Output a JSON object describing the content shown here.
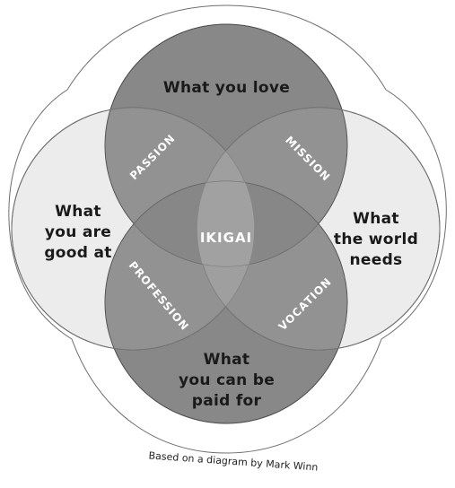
{
  "labels": {
    "love": "What you love",
    "good_at": [
      "What",
      "you are",
      "good at"
    ],
    "world_needs": [
      "What",
      "the world",
      "needs"
    ],
    "paid_for": [
      "What",
      "you can be",
      "paid for"
    ],
    "passion": "PASSION",
    "mission": "MISSION",
    "profession": "PROFESSION",
    "vocation": "VOCATION",
    "center": "IKIGAI"
  },
  "caption": "Based on a diagram by Mark Winn",
  "colors": {
    "top_circle": "#8c8c8c",
    "bottom_circle": "#8a8a8a",
    "side_circle": "#ececec",
    "outline": "#6f6f6f"
  }
}
